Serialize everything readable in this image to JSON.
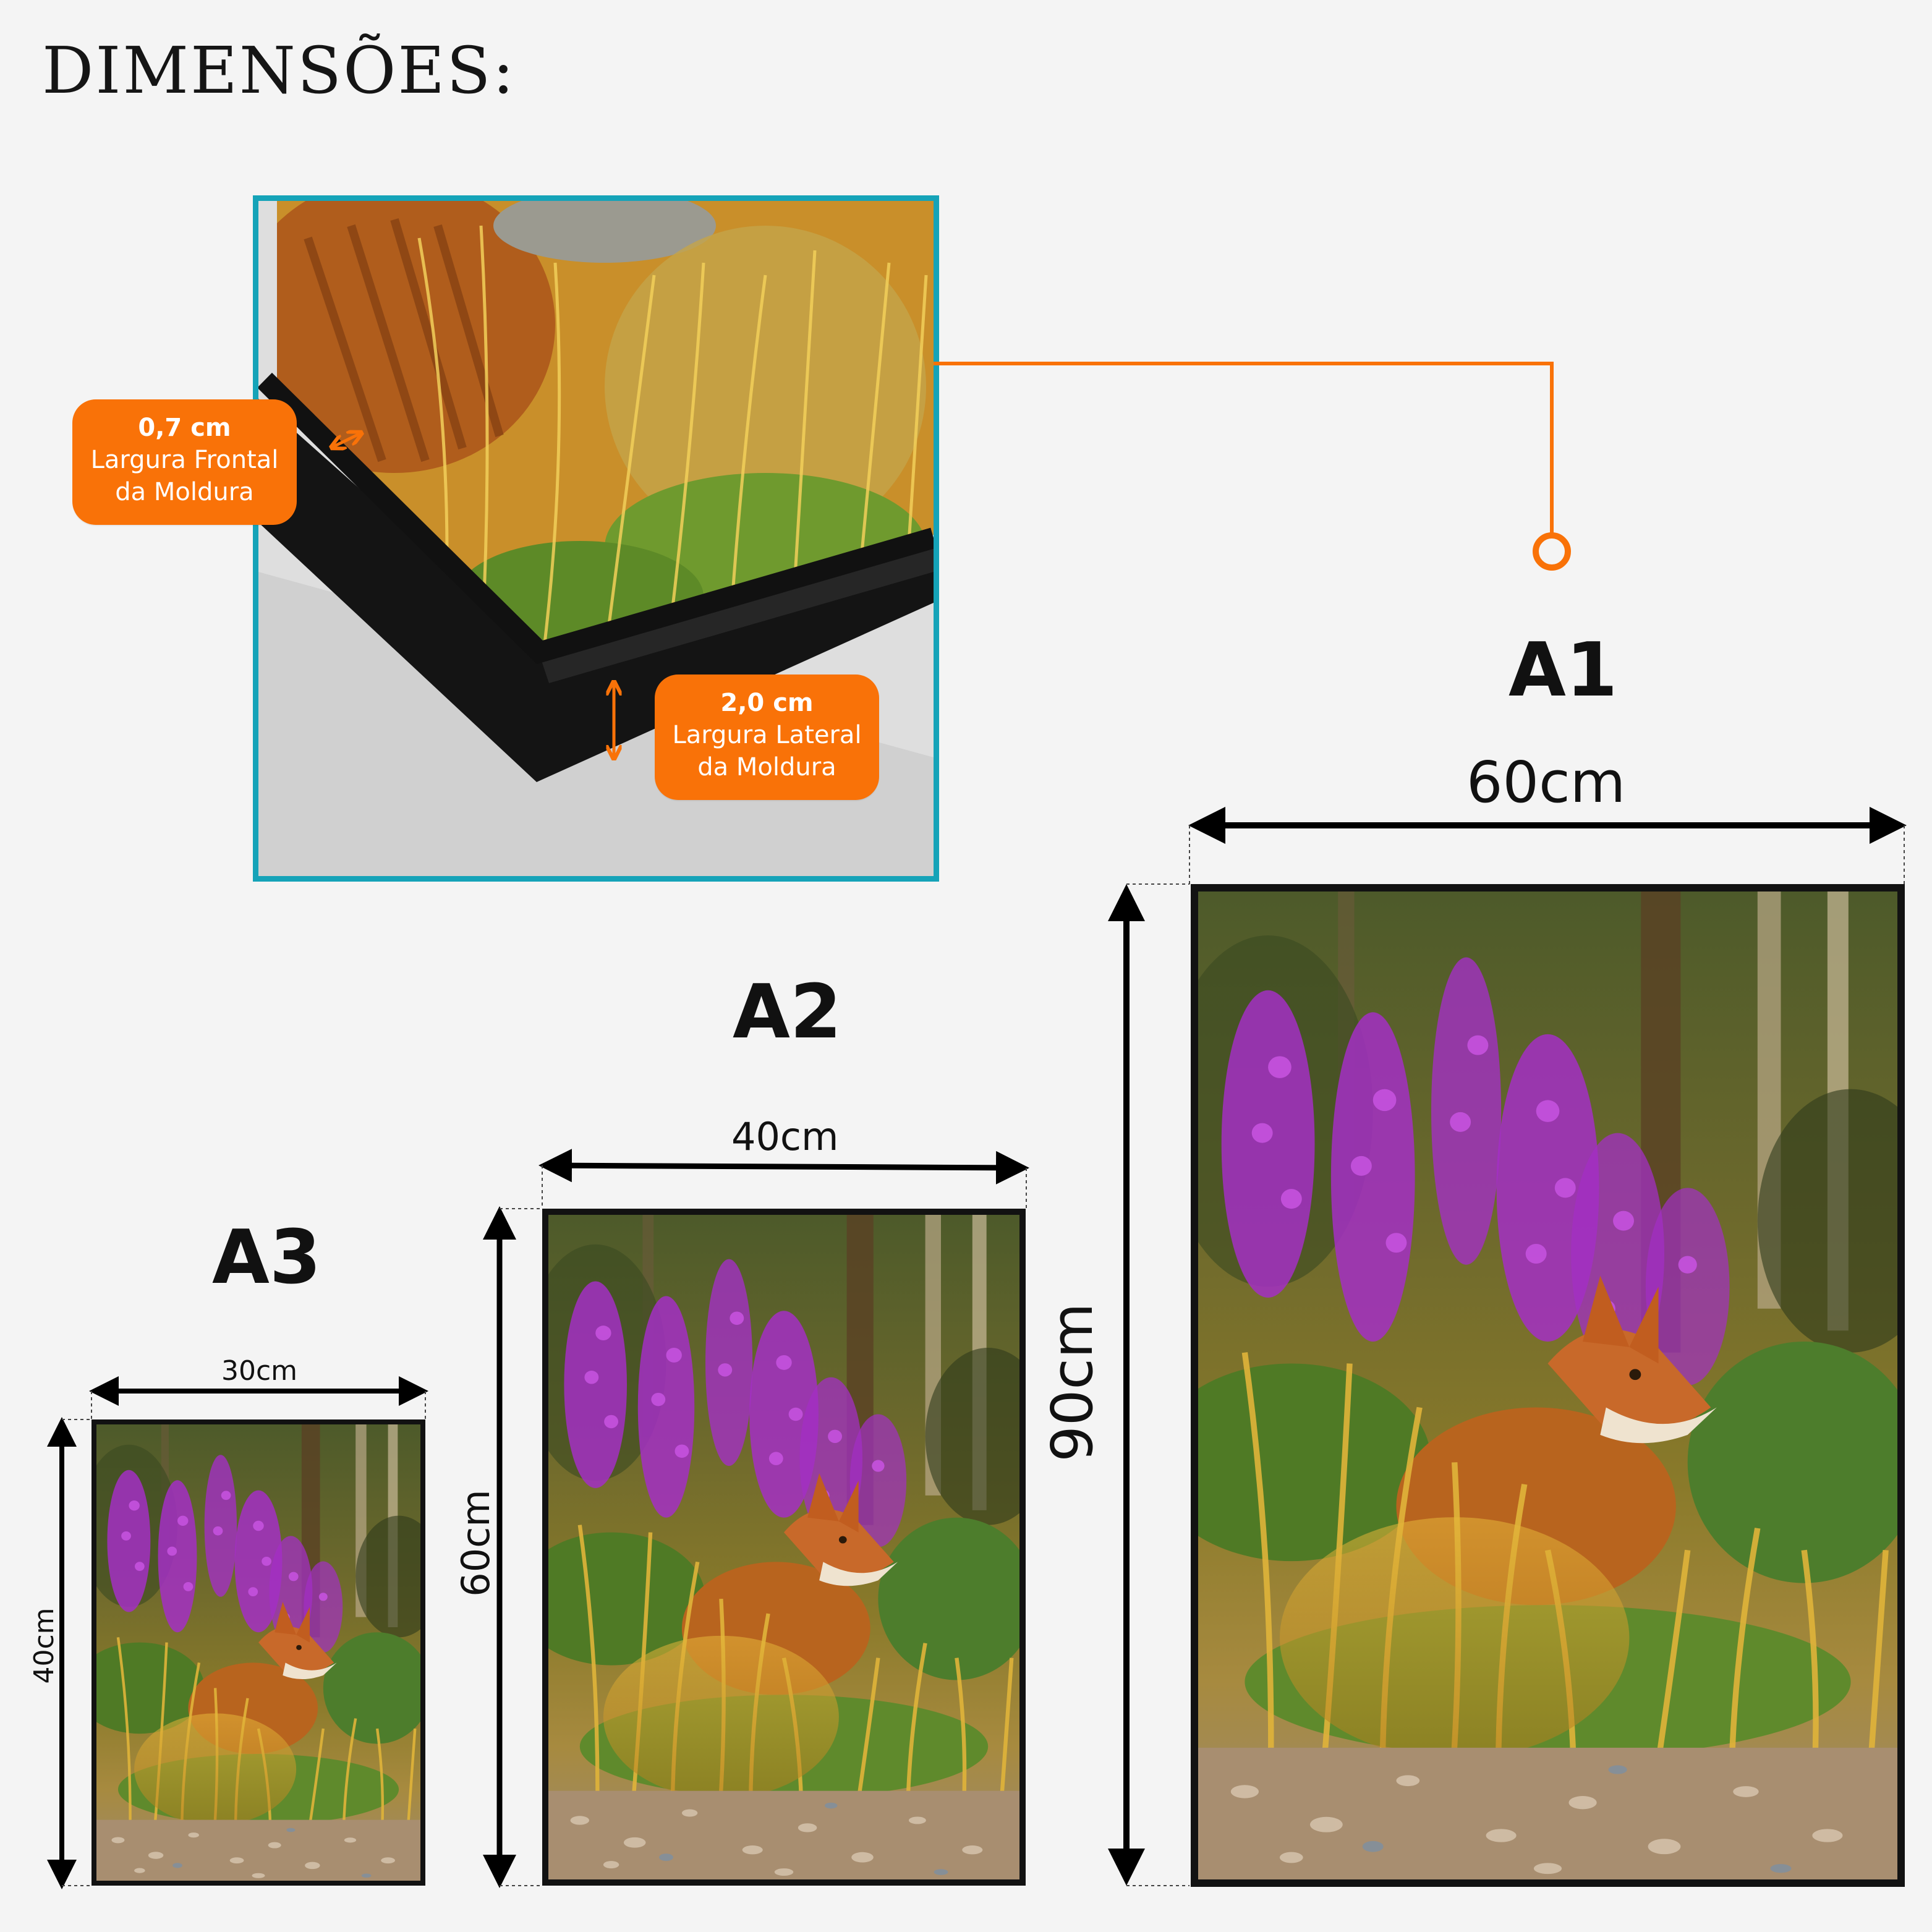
{
  "header": {
    "title": "DIMENSÕES:"
  },
  "detail": {
    "front_width": {
      "value": "0,7 cm",
      "line1": "Largura Frontal",
      "line2": "da Moldura"
    },
    "side_width": {
      "value": "2,0 cm",
      "line1": "Largura Lateral",
      "line2": "da Moldura"
    }
  },
  "sizes": [
    {
      "name": "A3",
      "width": "30cm",
      "height": "40cm"
    },
    {
      "name": "A2",
      "width": "40cm",
      "height": "60cm"
    },
    {
      "name": "A1",
      "width": "60cm",
      "height": "90cm"
    }
  ],
  "colors": {
    "accent": "#f97208",
    "inset_border": "#15a3b8",
    "frame": "#121212",
    "background": "#f4f4f4"
  }
}
